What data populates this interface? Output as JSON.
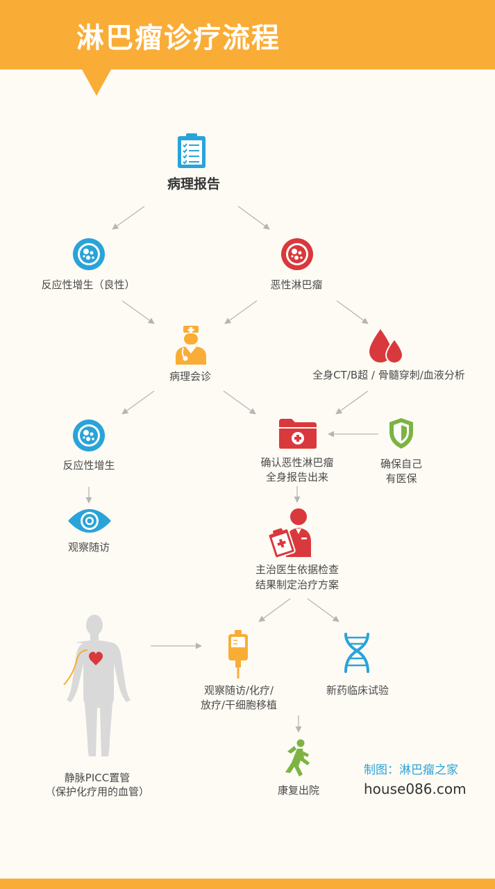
{
  "header": {
    "title": "淋巴瘤诊疗流程"
  },
  "nodes": {
    "pathology_report": "病理报告",
    "reactive_benign": "反应性增生（良性）",
    "malignant": "恶性淋巴瘤",
    "consultation": "病理会诊",
    "exams": "全身CT/B超 / 骨髓穿刺/血液分析",
    "reactive": "反应性增生",
    "confirm_line1": "确认恶性淋巴瘤",
    "confirm_line2": "全身报告出来",
    "insurance_line1": "确保自己",
    "insurance_line2": "有医保",
    "observe": "观察随访",
    "doctor_line1": "主治医生依据检查",
    "doctor_line2": "结果制定治疗方案",
    "picc_line1": "静脉PICC置管",
    "picc_line2": "（保护化疗用的血管）",
    "treatment_line1": "观察随访/化疗/",
    "treatment_line2": "放疗/干细胞移植",
    "trial": "新药临床试验",
    "recovery": "康复出院"
  },
  "footer": {
    "credit": "制图：淋巴瘤之家",
    "site": "house086.com"
  },
  "colors": {
    "accent": "#f9ad37",
    "blue": "#2aa3d9",
    "red": "#d9393c",
    "green": "#7cb342",
    "arrow": "#b5b5b5"
  },
  "icons": {
    "pathology_report": "clipboard-icon",
    "reactive_benign": "cell-icon",
    "malignant": "cell-icon",
    "consultation": "doctor-icon",
    "exams": "blood-drop-icon",
    "reactive": "cell-icon",
    "confirm": "medical-folder-icon",
    "insurance": "shield-icon",
    "observe": "eye-icon",
    "doctor": "physician-icon",
    "picc": "human-body-icon",
    "treatment": "iv-bag-icon",
    "trial": "dna-icon",
    "recovery": "running-person-icon"
  }
}
